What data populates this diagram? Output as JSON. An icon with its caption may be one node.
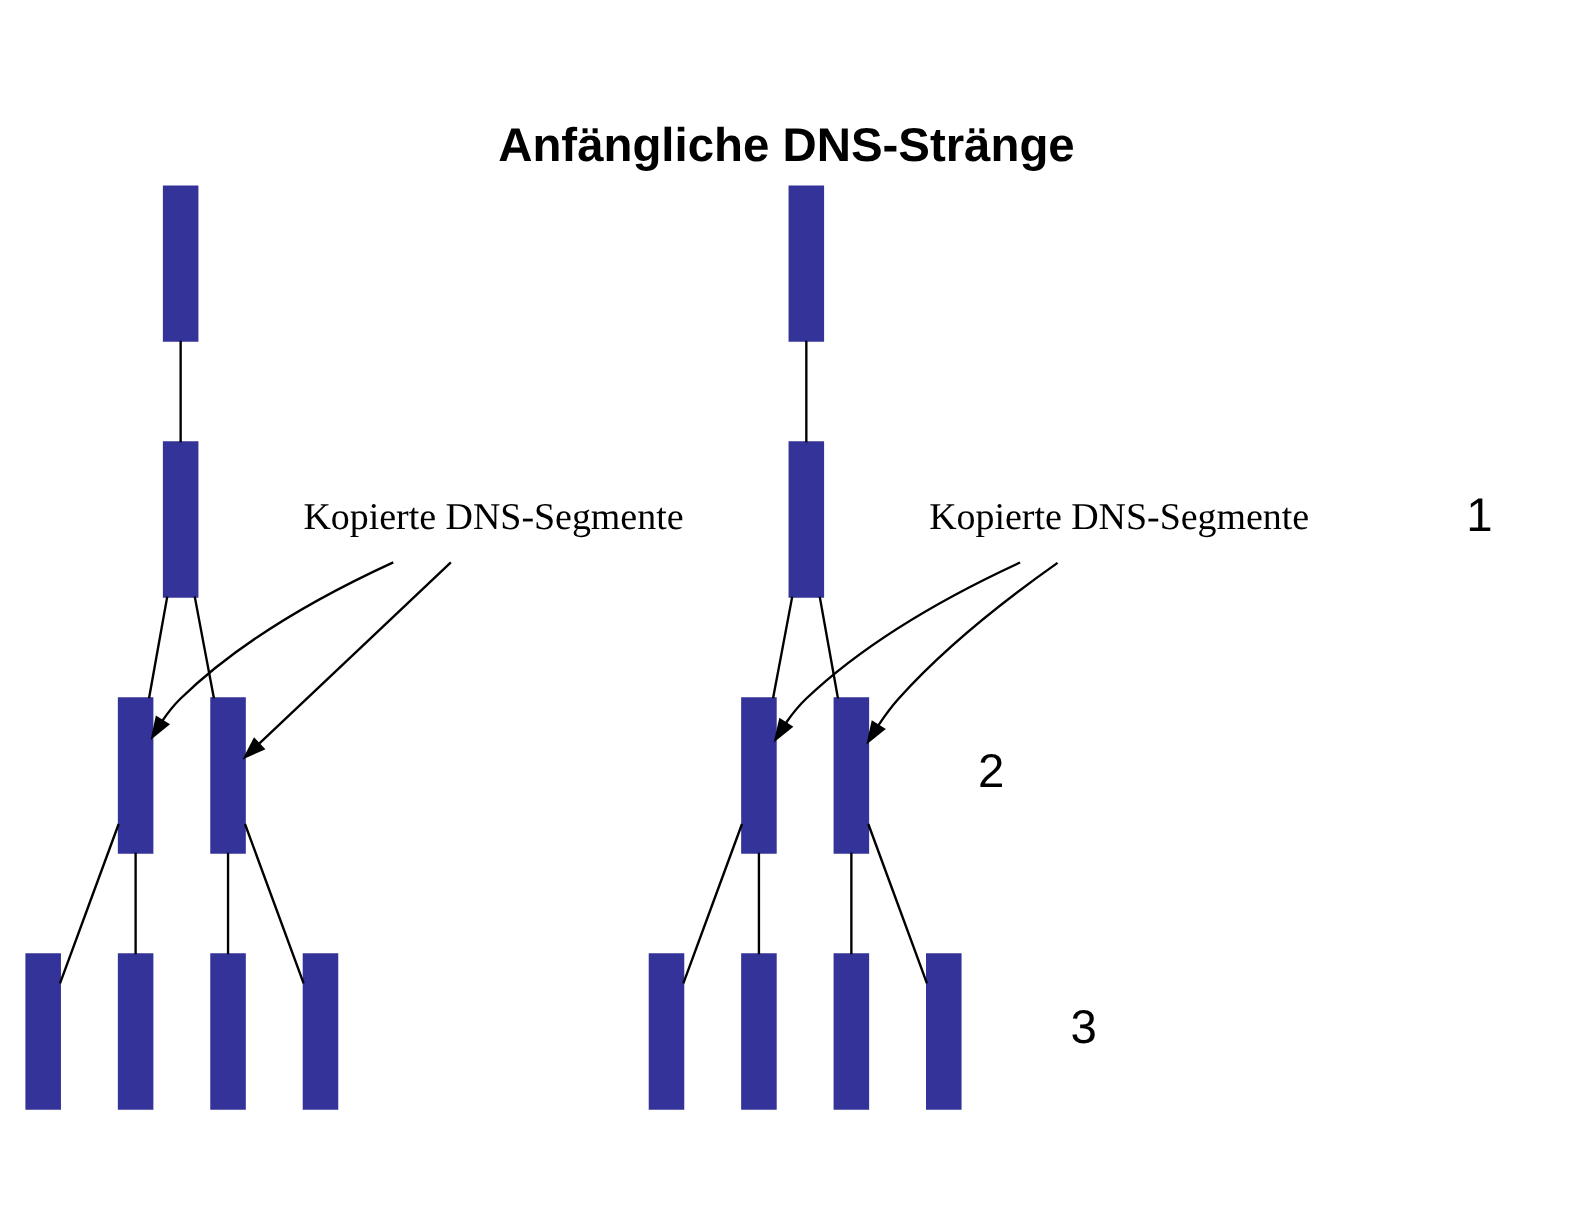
{
  "diagram": {
    "title": "Anfängliche DNS-Stränge",
    "nodes": [
      {
        "text": [],
        "shape": "bar"
      },
      {
        "text": [],
        "shape": "bar"
      },
      {
        "text": [
          "Kopierte DNS-Segmente"
        ]
      },
      {
        "text": [],
        "shape": "bar"
      },
      {
        "text": [],
        "shape": "bar"
      },
      {
        "text": [
          "Kopierte DNS-Segmente"
        ]
      },
      {
        "text": [],
        "shape": "bar"
      },
      {
        "text": [],
        "shape": "bar"
      },
      {
        "text": [],
        "shape": "bar"
      },
      {
        "text": [],
        "shape": "bar"
      },
      {
        "text": [],
        "shape": "bar"
      },
      {
        "text": [],
        "shape": "bar"
      },
      {
        "text": [],
        "shape": "bar"
      },
      {
        "text": [],
        "shape": "bar"
      },
      {
        "text": [],
        "shape": "bar"
      },
      {
        "text": [],
        "shape": "bar"
      },
      {
        "text": [],
        "shape": "bar"
      },
      {
        "text": [],
        "shape": "bar"
      }
    ],
    "edges": [
      {
        "from": 0,
        "to": 3,
        "arrow": "none"
      },
      {
        "from": 1,
        "to": 4,
        "arrow": "none"
      },
      {
        "from": 3,
        "to": 6,
        "arrow": "none"
      },
      {
        "from": 3,
        "to": 7,
        "arrow": "none"
      },
      {
        "from": 4,
        "to": 8,
        "arrow": "none"
      },
      {
        "from": 4,
        "to": 9,
        "arrow": "none"
      },
      {
        "from": 2,
        "to": 6,
        "arrow": "to"
      },
      {
        "from": 2,
        "to": 7,
        "arrow": "to"
      },
      {
        "from": 5,
        "to": 8,
        "arrow": "to"
      },
      {
        "from": 5,
        "to": 9,
        "arrow": "to"
      },
      {
        "from": 6,
        "to": 10,
        "arrow": "none"
      },
      {
        "from": 6,
        "to": 11,
        "arrow": "none"
      },
      {
        "from": 7,
        "to": 12,
        "arrow": "none"
      },
      {
        "from": 7,
        "to": 13,
        "arrow": "none"
      },
      {
        "from": 8,
        "to": 14,
        "arrow": "none"
      },
      {
        "from": 8,
        "to": 15,
        "arrow": "none"
      },
      {
        "from": 9,
        "to": 16,
        "arrow": "none"
      },
      {
        "from": 9,
        "to": 17,
        "arrow": "none"
      }
    ],
    "labels": [
      "1",
      "2",
      "3"
    ]
  }
}
